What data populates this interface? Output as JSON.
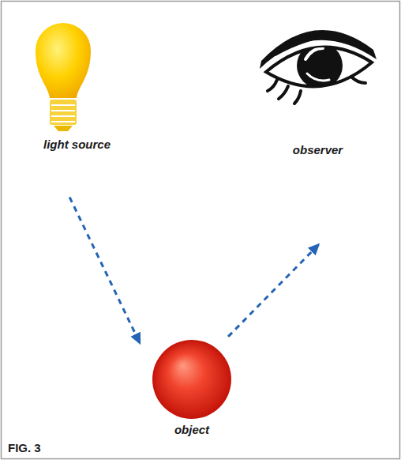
{
  "diagram": {
    "caption": "FIG. 3",
    "nodes": [
      {
        "text": [
          "light source"
        ]
      },
      {
        "text": [
          "observer"
        ]
      },
      {
        "text": [
          "object"
        ]
      }
    ],
    "edges": [
      {
        "from": 0,
        "to": 2,
        "arrow": "to"
      },
      {
        "from": 2,
        "to": 1,
        "arrow": "to"
      }
    ]
  }
}
